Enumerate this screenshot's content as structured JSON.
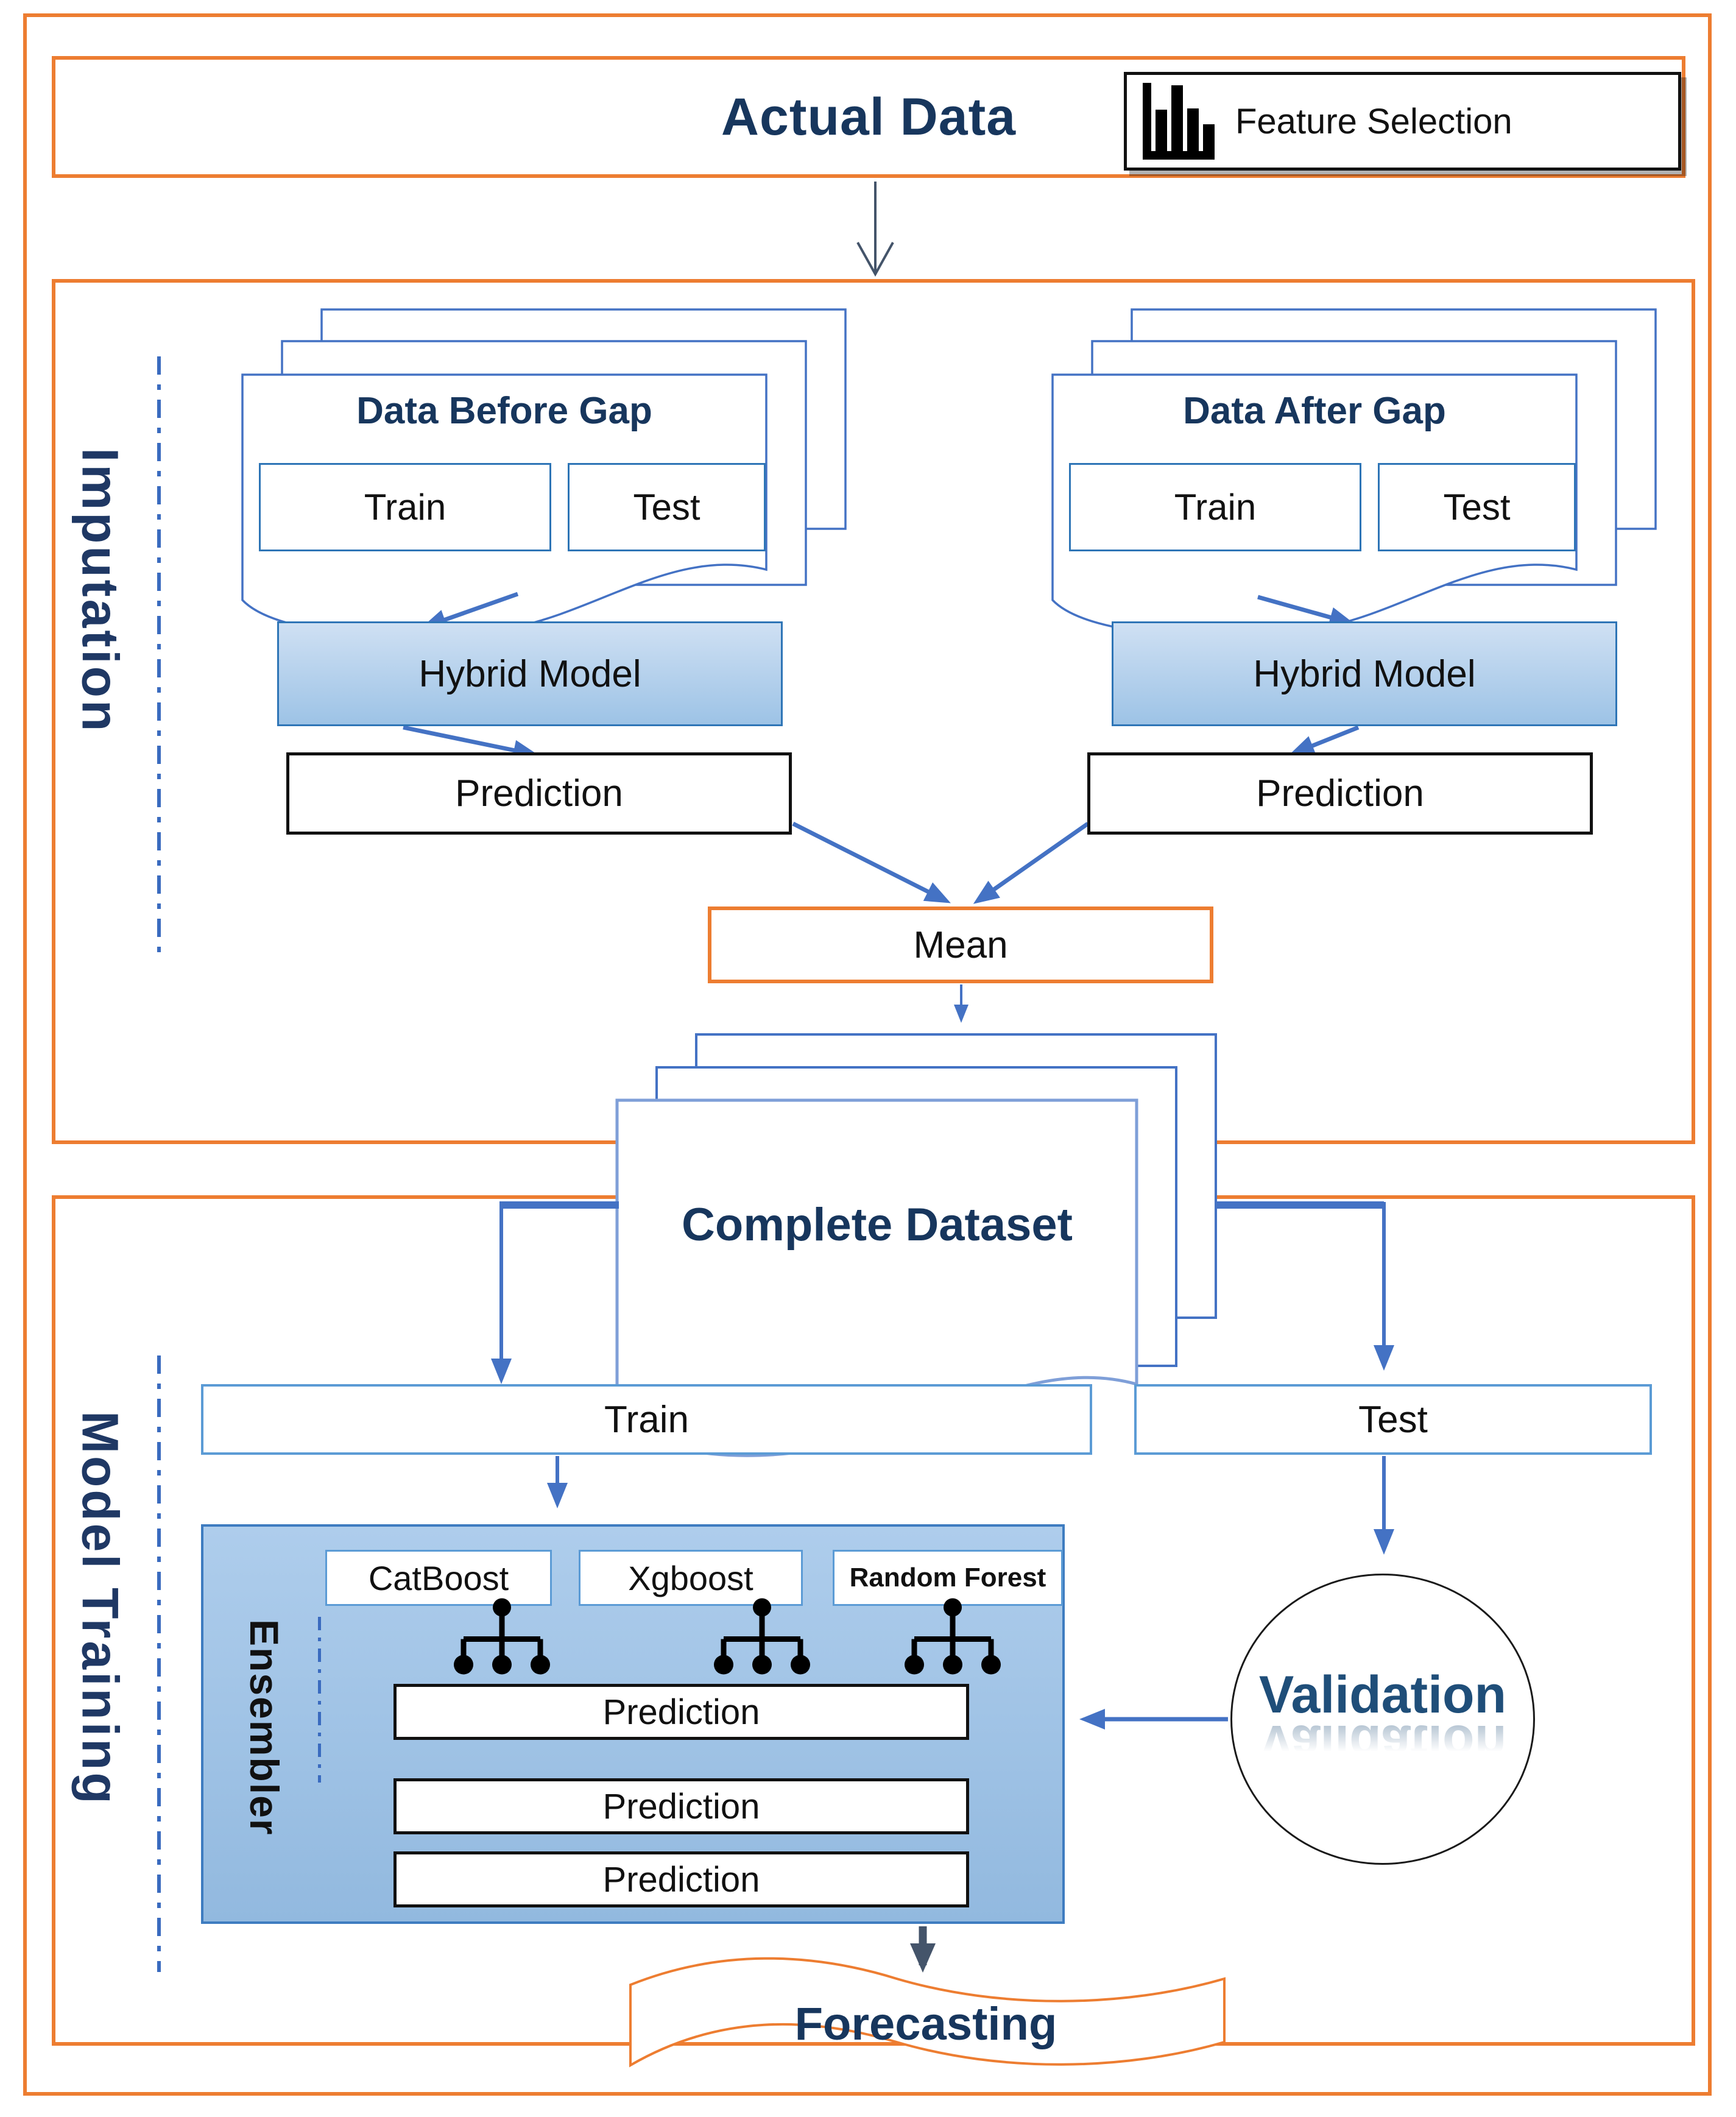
{
  "header": {
    "title": "Actual Data",
    "feature_selection": "Feature Selection"
  },
  "imputation": {
    "label": "Imputation",
    "before_gap": {
      "title": "Data Before Gap",
      "train": "Train",
      "test": "Test"
    },
    "after_gap": {
      "title": "Data After Gap",
      "train": "Train",
      "test": "Test"
    },
    "hybrid_left": "Hybrid Model",
    "hybrid_right": "Hybrid Model",
    "prediction_left": "Prediction",
    "prediction_right": "Prediction",
    "mean": "Mean"
  },
  "complete_dataset": "Complete Dataset",
  "model_training": {
    "label": "Model Training",
    "train": "Train",
    "test": "Test",
    "ensembler": {
      "label": "Ensembler",
      "models": [
        "CatBoost",
        "Xgboost",
        "Random Forest"
      ],
      "predictions": [
        "Prediction",
        "Prediction",
        "Prediction"
      ]
    },
    "validation": "Validation",
    "forecasting": "Forecasting"
  },
  "colors": {
    "section_border": "#ED7D31",
    "title_text": "#17365D",
    "connector_blue": "#4472C4",
    "box_border_blue": "#2E75B6",
    "ensembler_fill": "#9CC3E5",
    "dark_arrow": "#44546A"
  }
}
